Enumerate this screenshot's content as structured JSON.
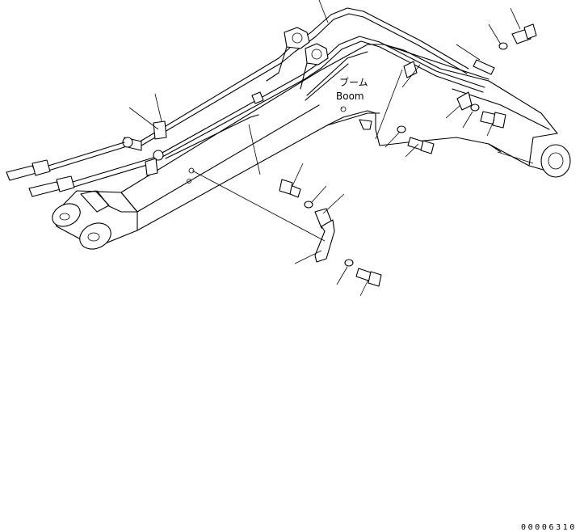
{
  "part_label_jp": "ブーム",
  "part_label_en": "Boom",
  "drawing_number": "00006310"
}
